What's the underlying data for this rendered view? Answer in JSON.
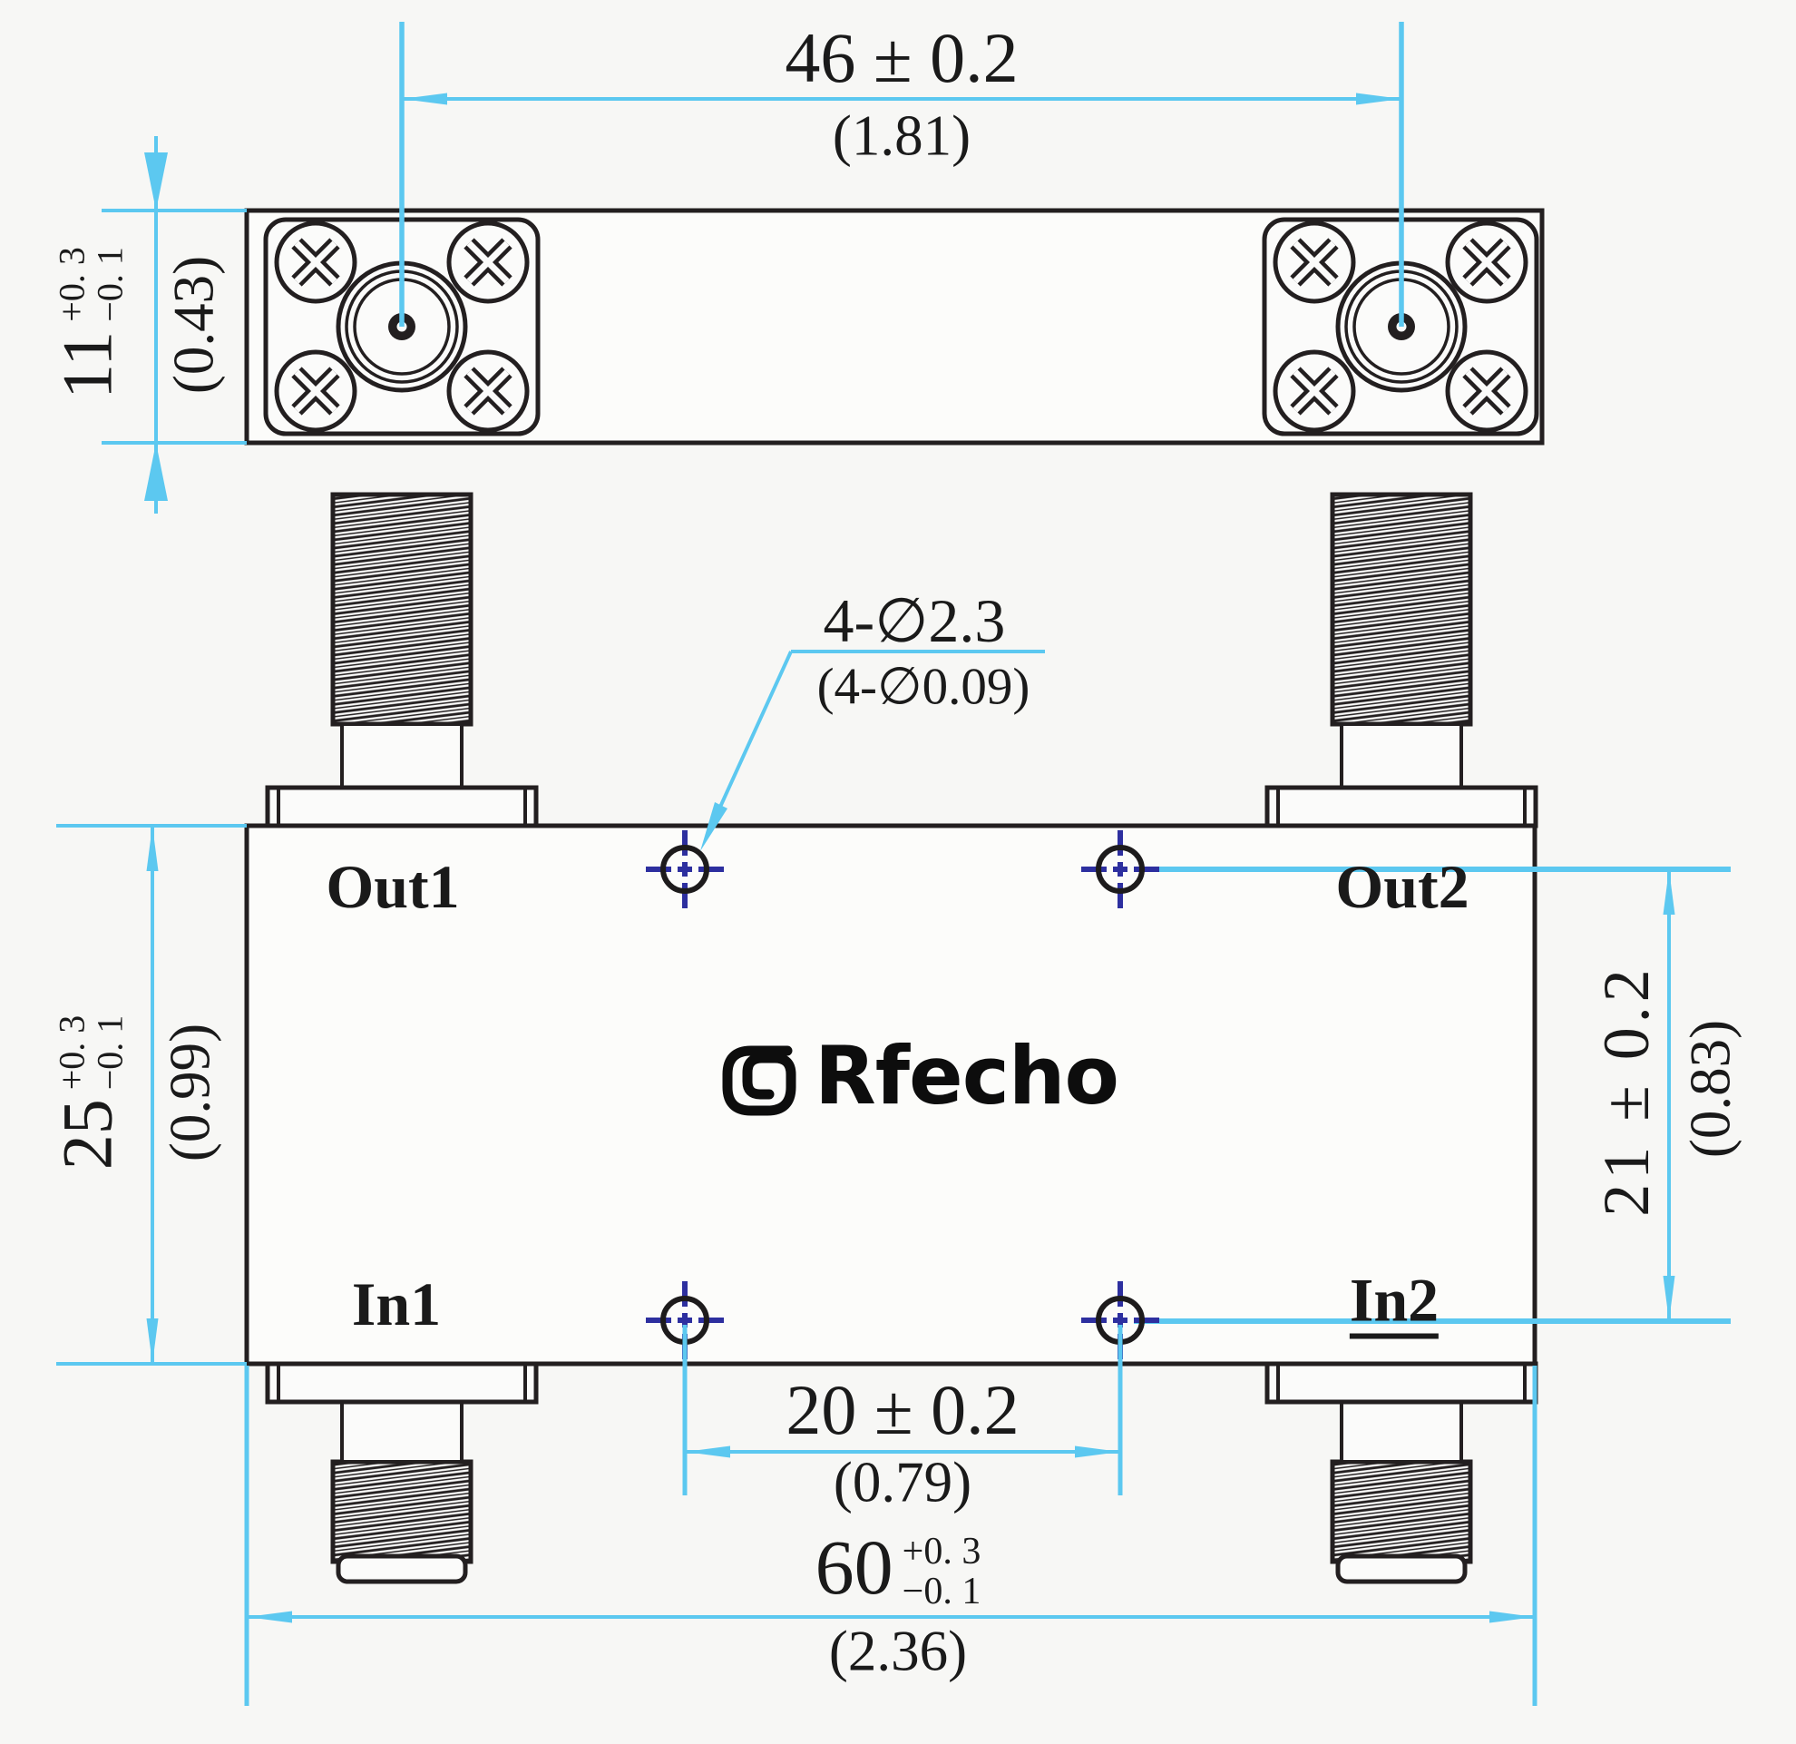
{
  "top_view": {
    "dim_connector_spacing": {
      "value": "46 ± 0.2",
      "inch": "(1.81)"
    },
    "dim_height": {
      "value": "11",
      "tol_plus": "+0. 3",
      "tol_minus": "−0. 1",
      "inch": "(0.43)"
    }
  },
  "front_view": {
    "hole_callout": {
      "value": "4-∅2.3",
      "inch": "(4-∅0.09)"
    },
    "ports": {
      "out1": "Out1",
      "out2": "Out2",
      "in1": "In1",
      "in2": "In2"
    },
    "logo_text": "Rfecho",
    "dim_body_height": {
      "value": "25",
      "tol_plus": "+0. 3",
      "tol_minus": "−0. 1",
      "inch": "(0.99)"
    },
    "dim_hole_spacing_vertical": {
      "value": "21 ± 0.2",
      "inch": "(0.83)"
    },
    "dim_hole_spacing_horizontal": {
      "value": "20 ± 0.2",
      "inch": "(0.79)"
    },
    "dim_body_width": {
      "value": "60",
      "tol_plus": "+0. 3",
      "tol_minus": "−0. 1",
      "inch": "(2.36)"
    }
  },
  "colors": {
    "dimension_line": "#5cc8f0",
    "hole_crosshair": "#2d2f9f",
    "ink": "#231f20",
    "background": "#f7f7f5"
  }
}
